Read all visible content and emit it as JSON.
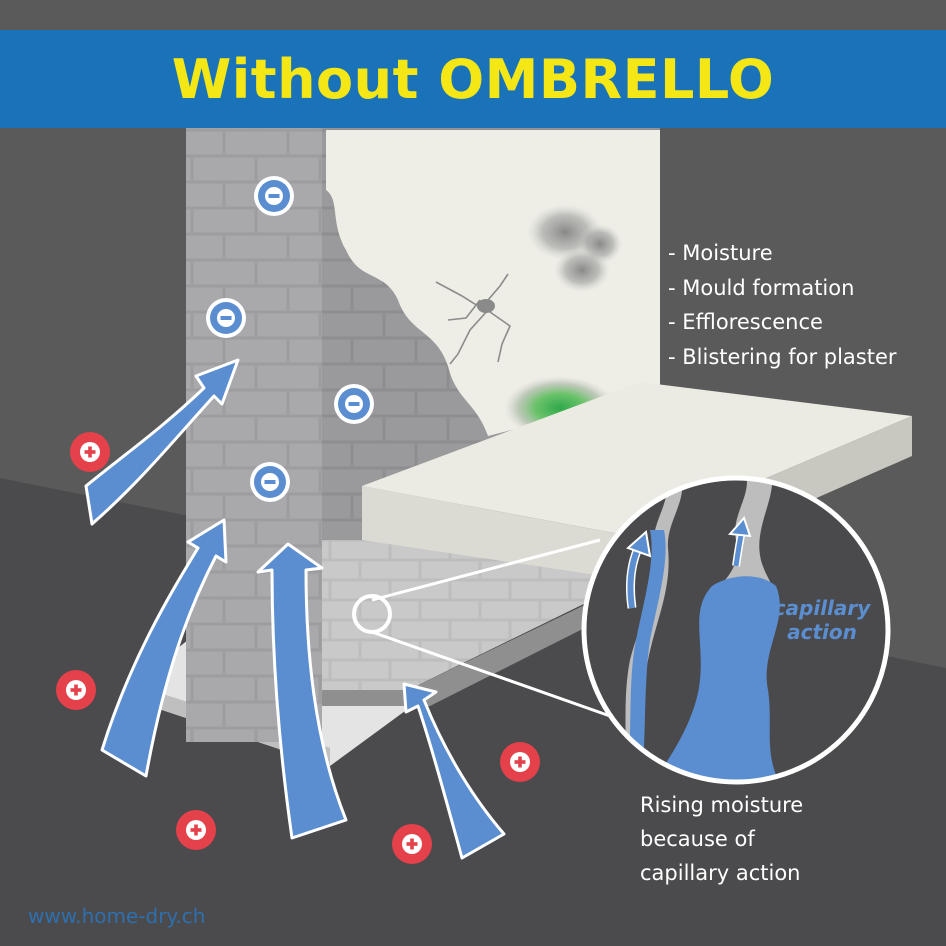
{
  "banner": {
    "title": "Without OMBRELLO"
  },
  "symptoms": [
    "- Moisture",
    "- Mould formation",
    "- Efflorescence",
    "- Blistering for plaster"
  ],
  "zoom_label": {
    "line1": "capillary",
    "line2": "action"
  },
  "caption": {
    "line1": "Rising moisture",
    "line2": "because of",
    "line3": "capillary action"
  },
  "footer": {
    "website": "www.home-dry.ch"
  },
  "colors": {
    "background": "#5a5a5a",
    "banner": "#1a72b8",
    "title": "#f5e616",
    "arrow": "#5b8ed0",
    "plus_badge": "#e4414b",
    "minus_badge": "#5b8ed0"
  },
  "icons": {
    "positive_charge": "plus-icon",
    "negative_charge": "minus-icon"
  }
}
